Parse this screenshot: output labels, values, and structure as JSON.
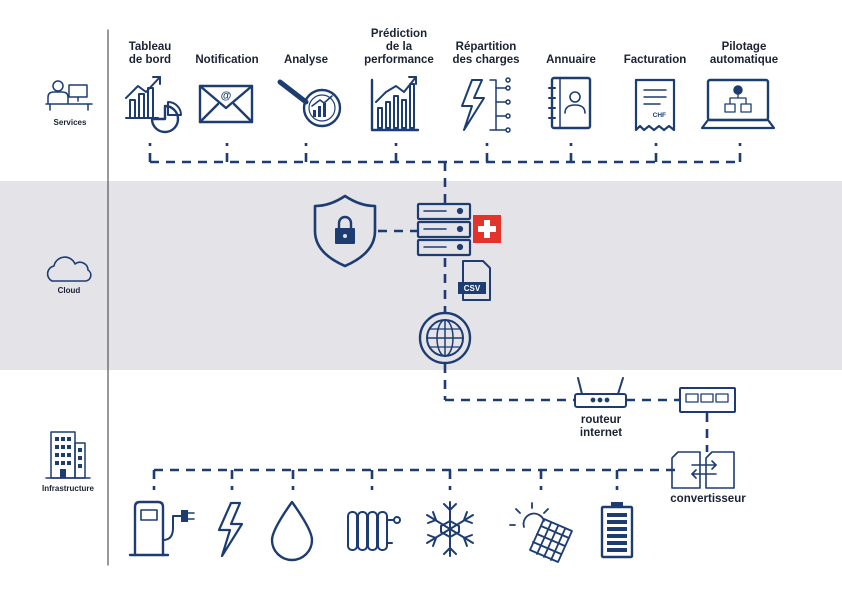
{
  "rows": {
    "services": "Services",
    "cloud": "Cloud",
    "infrastructure": "Infrastructure"
  },
  "services": [
    {
      "label": "Tableau\nde bord",
      "icon": "dashboard-chart-icon"
    },
    {
      "label": "Notification",
      "icon": "email-icon"
    },
    {
      "label": "Analyse",
      "icon": "analysis-magnifier-icon"
    },
    {
      "label": "Prédiction\nde la\nperformance",
      "icon": "performance-chart-icon"
    },
    {
      "label": "Répartition\ndes charges",
      "icon": "load-distribution-icon"
    },
    {
      "label": "Annuaire",
      "icon": "directory-book-icon"
    },
    {
      "label": "Facturation",
      "icon": "invoice-icon"
    },
    {
      "label": "Pilotage\nautomatique",
      "icon": "autopilot-laptop-icon"
    }
  ],
  "cloud": {
    "csv_label": "CSV",
    "icons": [
      "security-shield-lock-icon",
      "server-icon",
      "swiss-flag-icon",
      "csv-file-icon",
      "globe-icon"
    ]
  },
  "infrastructure": {
    "router_label": "routeur\ninternet",
    "converter_label": "convertisseur",
    "invoice_currency": "CHF",
    "devices": [
      "ev-charger-icon",
      "electricity-icon",
      "water-drop-icon",
      "radiator-icon",
      "snowflake-icon",
      "solar-panel-icon",
      "battery-icon"
    ]
  },
  "colors": {
    "primary": "#1d3d72",
    "band": "#e3e3e8",
    "swiss_red": "#e2342c"
  }
}
